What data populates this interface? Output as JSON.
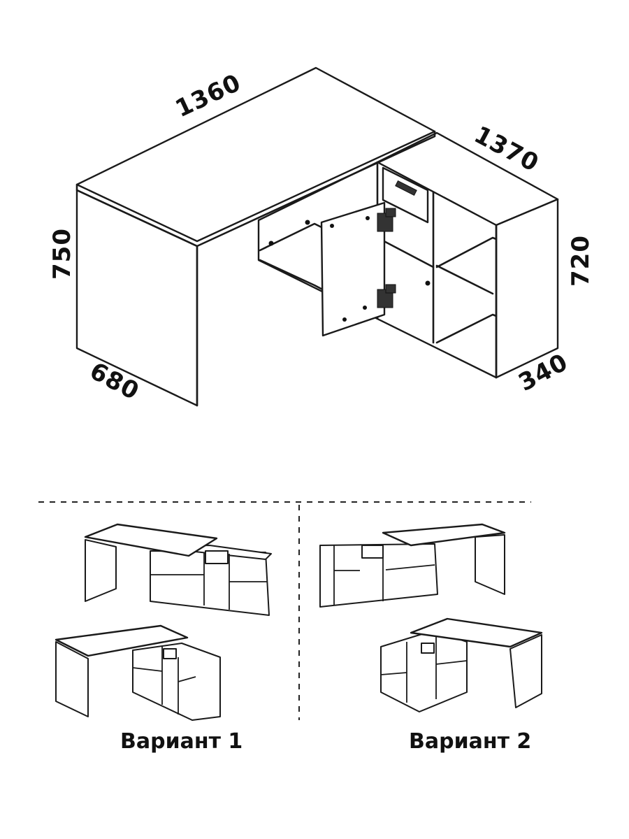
{
  "dimensions": {
    "desk_width": "1360",
    "cabinet_width": "1370",
    "desk_height": "750",
    "cabinet_height": "720",
    "desk_depth": "680",
    "cabinet_depth": "340"
  },
  "variants": {
    "variant_1_label": "Вариант 1",
    "variant_2_label": "Вариант 2"
  },
  "colors": {
    "line": "#1a1a1a",
    "background": "#ffffff"
  }
}
